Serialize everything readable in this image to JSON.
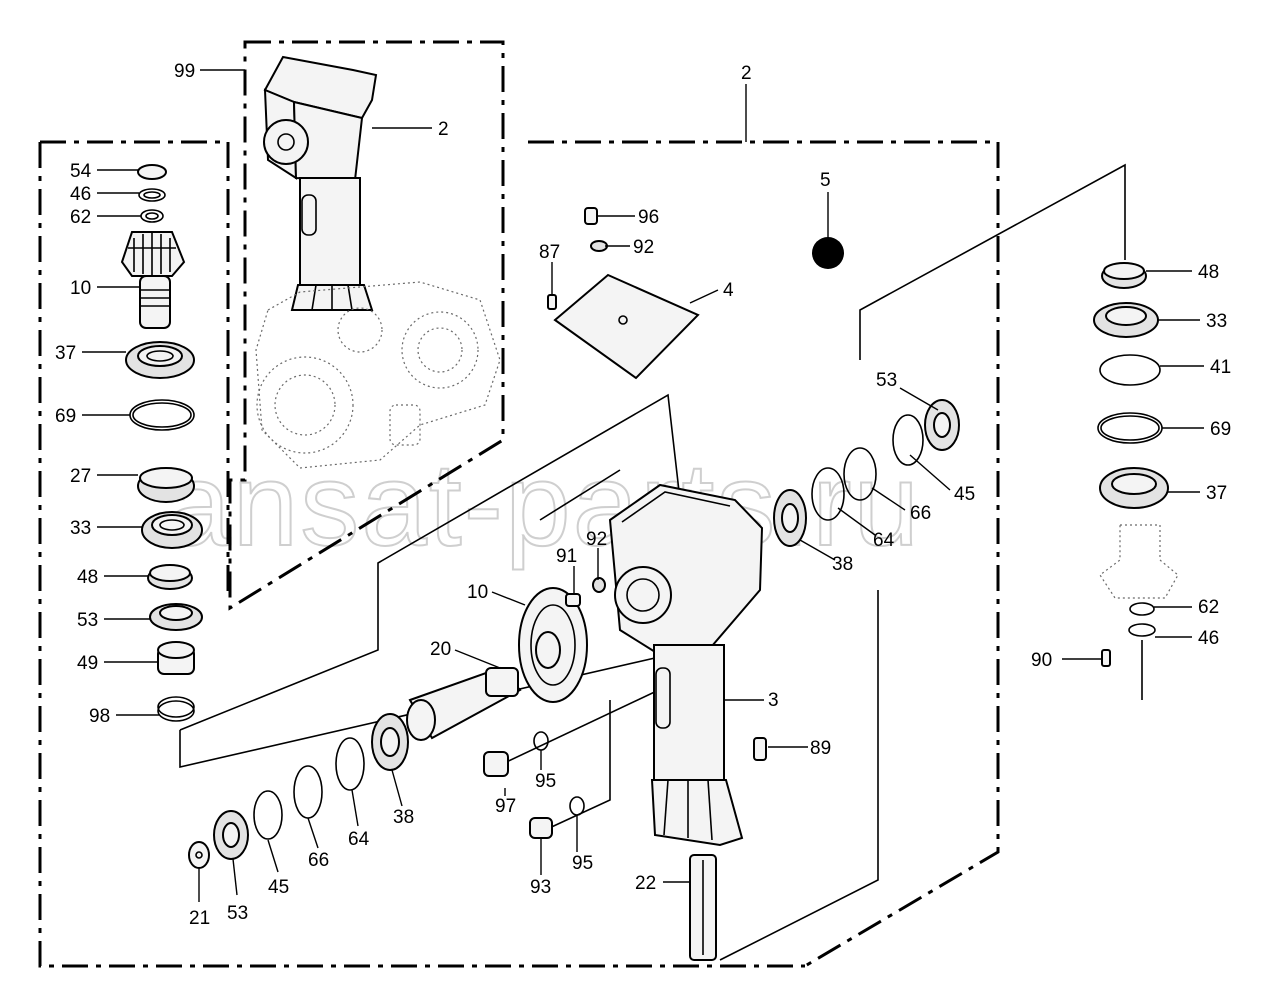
{
  "watermark": "ansat-parts.ru",
  "callouts": {
    "c99": "99",
    "c2_top": "2",
    "c2_frame": "2",
    "c5": "5",
    "l54": "54",
    "l46": "46",
    "l62": "62",
    "l10": "10",
    "l37": "37",
    "l69": "69",
    "l27": "27",
    "l33": "33",
    "l48": "48",
    "l53": "53",
    "l49": "49",
    "l98": "98",
    "l96": "96",
    "l92a": "92",
    "l87": "87",
    "l4": "4",
    "l53b": "53",
    "l45": "45",
    "l66": "66",
    "l64": "64",
    "l38": "38",
    "l91": "91",
    "l92b": "92",
    "l10b": "10",
    "l20": "20",
    "l3": "3",
    "l89": "89",
    "l97": "97",
    "l95a": "95",
    "l93": "93",
    "l95b": "95",
    "l22": "22",
    "l38b": "38",
    "l64b": "64",
    "l66b": "66",
    "l45b": "45",
    "l53c": "53",
    "l21": "21",
    "r48": "48",
    "r33": "33",
    "r41": "41",
    "r69": "69",
    "r37": "37",
    "r62": "62",
    "r46": "46",
    "r90": "90"
  }
}
